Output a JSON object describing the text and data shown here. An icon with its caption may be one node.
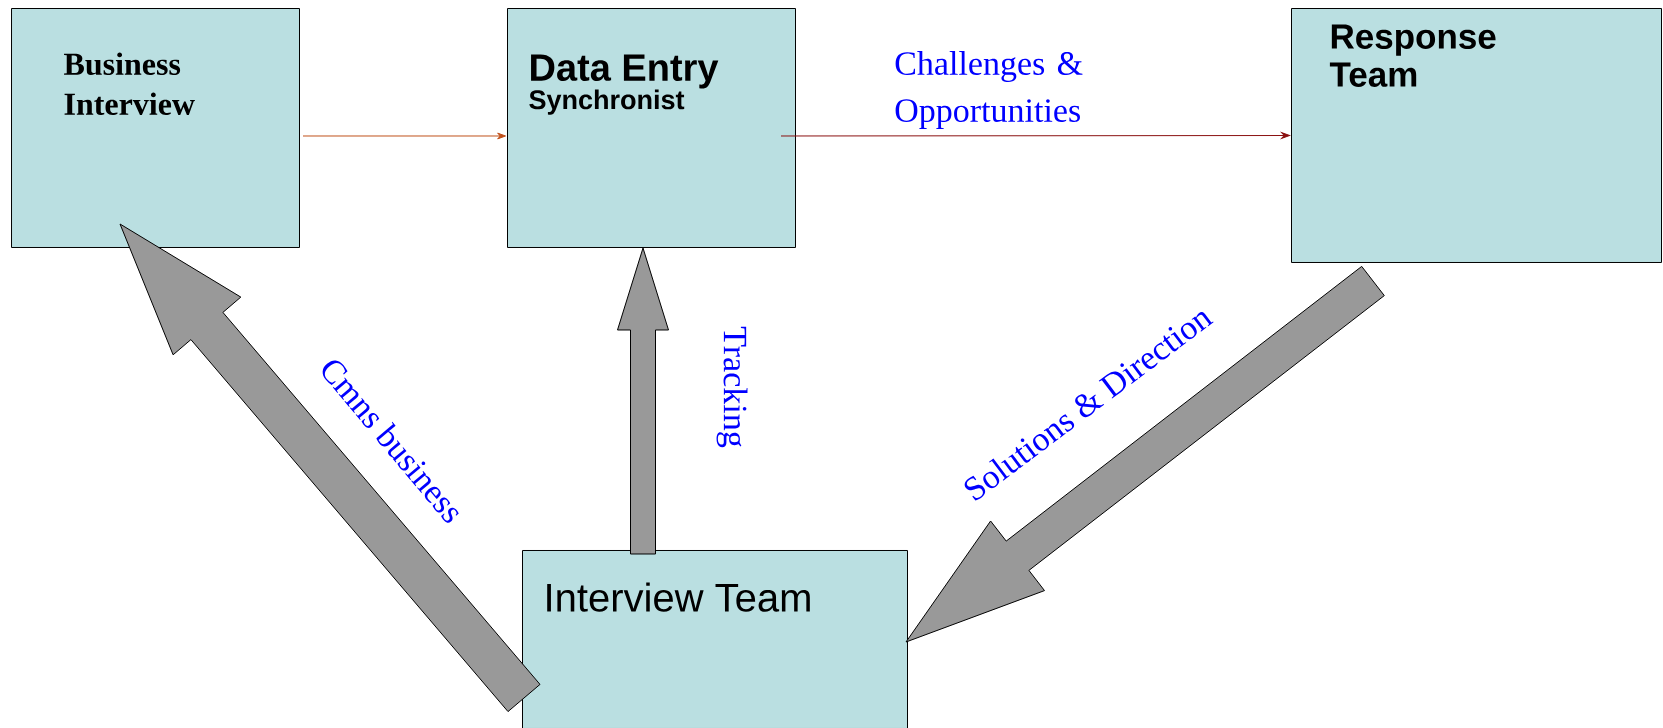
{
  "diagram": {
    "nodes": [
      {
        "text": [
          "Business Interview"
        ]
      },
      {
        "text": [
          "Data Entry",
          "Synchronist"
        ]
      },
      {
        "text": [
          "Response Team"
        ]
      },
      {
        "text": [
          "Interview Team"
        ]
      }
    ],
    "edges": [
      {
        "from": 0,
        "to": 1,
        "arrow": "to",
        "color": "#c0501a"
      },
      {
        "from": 1,
        "to": 2,
        "arrow": "to",
        "label": "Challenges & Opportunities",
        "color": "#8b1010"
      },
      {
        "from": 3,
        "to": 0,
        "arrow": "to",
        "label": "Cmns business",
        "style": "thick",
        "color": "#999999"
      },
      {
        "from": 3,
        "to": 1,
        "arrow": "to",
        "label": "Tracking",
        "style": "thick",
        "color": "#999999"
      },
      {
        "from": 2,
        "to": 3,
        "arrow": "to",
        "label": "Solutions & Direction",
        "style": "thick",
        "color": "#999999"
      }
    ]
  }
}
